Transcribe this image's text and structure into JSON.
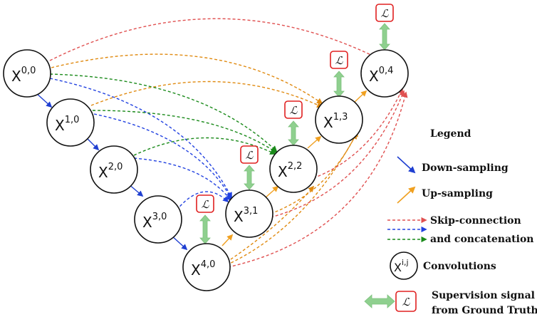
{
  "nodes": [
    {
      "id": "x00",
      "base": "X",
      "sup": "0,0"
    },
    {
      "id": "x10",
      "base": "X",
      "sup": "1,0"
    },
    {
      "id": "x20",
      "base": "X",
      "sup": "2,0"
    },
    {
      "id": "x30",
      "base": "X",
      "sup": "3,0"
    },
    {
      "id": "x40",
      "base": "X",
      "sup": "4,0"
    },
    {
      "id": "x31",
      "base": "X",
      "sup": "3,1"
    },
    {
      "id": "x22",
      "base": "X",
      "sup": "2,2"
    },
    {
      "id": "x13",
      "base": "X",
      "sup": "1,3"
    },
    {
      "id": "x04",
      "base": "X",
      "sup": "0,4"
    }
  ],
  "supervision_symbol": "ℒ",
  "colors": {
    "down": "#1f3fd1",
    "up": "#f0a020",
    "skip_red": "#e05050",
    "skip_blue": "#2040e0",
    "skip_green": "#1a8a1a",
    "skip_orange": "#e08a10",
    "supervision_arrow": "#8fd08f",
    "loss_border": "#e02020"
  },
  "legend": {
    "title": "Legend",
    "down_sampling": "Down-sampling",
    "up_sampling": "Up-sampling",
    "skip_line1": "Skip-connection",
    "skip_line2": "and concatenation",
    "convolutions": "Convolutions",
    "conv_symbol_base": "X",
    "conv_symbol_sup": "i,j",
    "supervision_line1": "Supervision signal",
    "supervision_line2": "from Ground Truth"
  }
}
